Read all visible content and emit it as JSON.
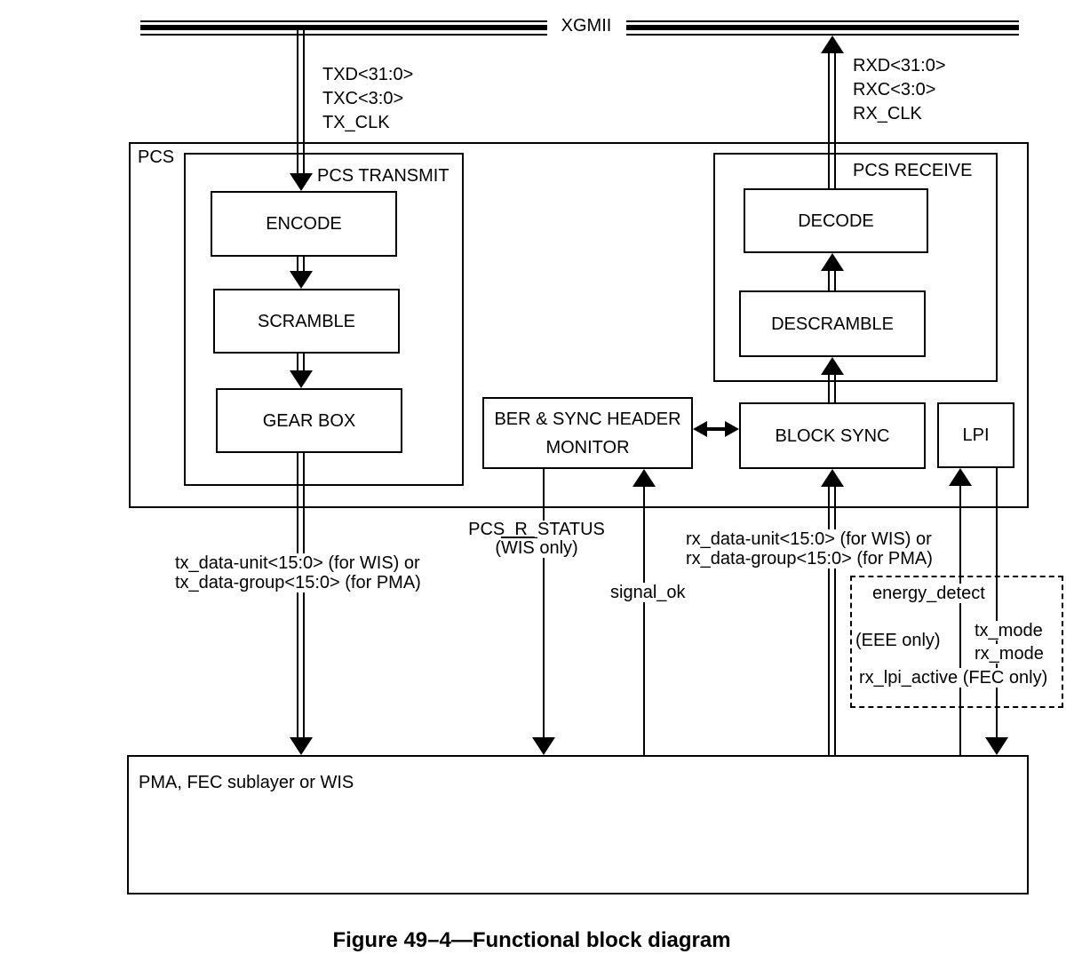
{
  "colors": {
    "line": "#000000",
    "background": "#ffffff"
  },
  "xgmii": {
    "label": "XGMII"
  },
  "tx_interface": {
    "signals": [
      "TXD<31:0>",
      "TXC<3:0>",
      "TX_CLK"
    ]
  },
  "rx_interface": {
    "signals": [
      "RXD<31:0>",
      "RXC<3:0>",
      "RX_CLK"
    ]
  },
  "pcs": {
    "label": "PCS",
    "transmit": {
      "label": "PCS TRANSMIT",
      "blocks": [
        "ENCODE",
        "SCRAMBLE",
        "GEAR BOX"
      ]
    },
    "receive": {
      "label": "PCS RECEIVE",
      "blocks": [
        "DECODE",
        "DESCRAMBLE"
      ]
    },
    "ber_monitor": {
      "lines": [
        "BER & SYNC HEADER",
        "MONITOR"
      ]
    },
    "block_sync": {
      "label": "BLOCK SYNC"
    },
    "lpi": {
      "label": "LPI"
    }
  },
  "signals": {
    "tx_data": {
      "lines": [
        "tx_data-unit<15:0> (for WIS) or",
        "tx_data-group<15:0> (for PMA)"
      ]
    },
    "pcs_r_status": {
      "line1": "PCS_R_STATUS",
      "line2_open": "(",
      "line2_overlined": "WIS",
      "line2_rest": " only)"
    },
    "signal_ok": "signal_ok",
    "rx_data": {
      "lines": [
        "rx_data-unit<15:0> (for WIS) or",
        "rx_data-group<15:0> (for PMA)"
      ]
    },
    "energy_detect": "energy_detect",
    "eee_only": "(EEE only)",
    "tx_mode": "tx_mode",
    "rx_mode": "rx_mode",
    "rx_lpi_active_fec": "rx_lpi_active (FEC only)"
  },
  "pma": {
    "label": "PMA, FEC sublayer or WIS"
  },
  "caption": "Figure 49–4—Functional block diagram"
}
